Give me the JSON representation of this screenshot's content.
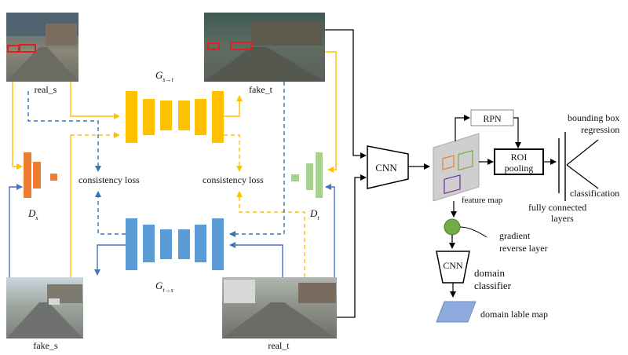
{
  "images": {
    "real_s": "real_s",
    "fake_t": "fake_t",
    "fake_s": "fake_s",
    "real_t": "real_t"
  },
  "generators": {
    "g_st_base": "G",
    "g_st_sub": "s→t",
    "g_ts_base": "G",
    "g_ts_sub": "t→s"
  },
  "discriminators": {
    "d_s_base": "D",
    "d_s_sub": "s",
    "d_t_base": "D",
    "d_t_sub": "t"
  },
  "losses": {
    "left": "consistency loss",
    "right": "consistency loss"
  },
  "detector": {
    "cnn": "CNN",
    "rpn": "RPN",
    "roi_line1": "ROI",
    "roi_line2": "pooling",
    "feature_map": "feature map",
    "bbox_line1": "bounding box",
    "bbox_line2": "regression",
    "classification": "classification",
    "fc_line1": "fully connected",
    "fc_line2": "layers"
  },
  "domain_branch": {
    "grl_line1": "gradient",
    "grl_line2": "reverse layer",
    "cnn": "CNN",
    "domain_line1": "domain",
    "domain_line2": "classifier",
    "label_map": "domain lable map"
  },
  "colors": {
    "yellow": "#FFC000",
    "orange": "#ED7D31",
    "blue": "#5B9BD5",
    "blue_line": "#4472C4",
    "green": "#A9D18E",
    "green_dot": "#70AD47",
    "label_map": "#8FAADC"
  }
}
